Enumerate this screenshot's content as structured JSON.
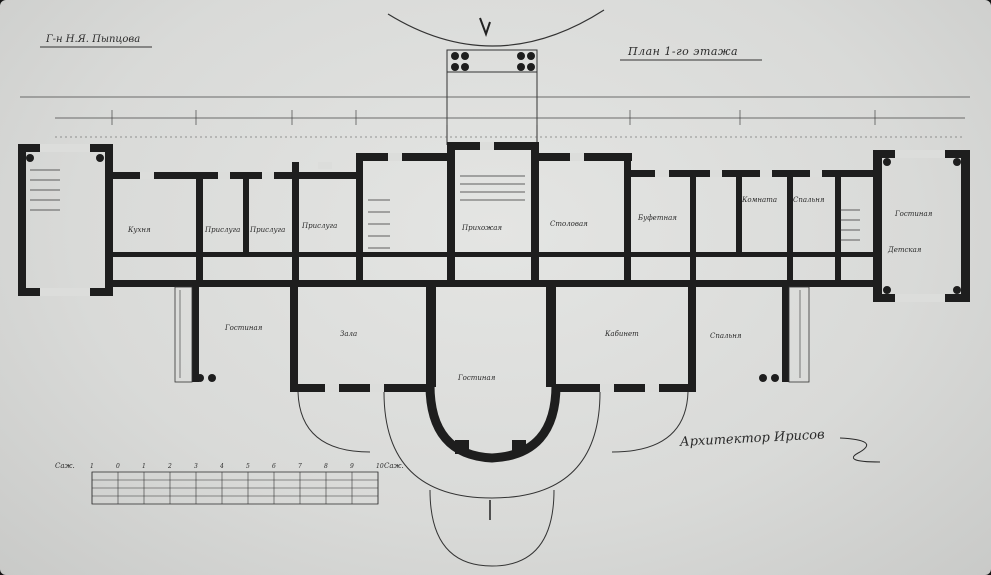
{
  "sheet": {
    "owner_caption": "Г-н Н.Я. Пыпцова",
    "plan_title": "План 1-го этажа",
    "architect_signature": "Архитектор Ирисов"
  },
  "room_labels": [
    "Кухня",
    "Прислуга",
    "Прислуга",
    "Прислуга",
    "Прихожая",
    "Столовая",
    "Буфетная",
    "Комната",
    "Спальня",
    "Детская",
    "Кабинет",
    "Гостиная",
    "Зала",
    "Гостиная",
    "Спальня",
    "Гостиная"
  ],
  "scale": {
    "label": "Саж.",
    "ticks": [
      "1",
      "0",
      "1",
      "2",
      "3",
      "4",
      "5",
      "6",
      "7",
      "8",
      "9",
      "10"
    ],
    "end_label": "Саж."
  },
  "colors": {
    "paper": "#dcdddb",
    "wall_ink": "#1e1e1e",
    "line_ink": "#3a3a3a",
    "frame": "#141414"
  }
}
